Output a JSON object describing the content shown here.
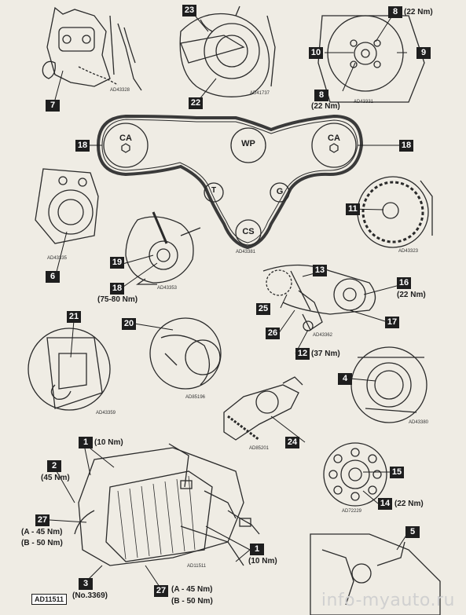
{
  "pulleys": {
    "ca_left": "CA",
    "wp": "WP",
    "ca_right": "CA",
    "t": "T",
    "g": "G",
    "cs": "CS"
  },
  "callouts": {
    "c7": "7",
    "c23": "23",
    "c22": "22",
    "c8a": "8",
    "c10": "10",
    "c9": "9",
    "c8b": "8",
    "c18a": "18",
    "c18b": "18",
    "c11": "11",
    "c6": "6",
    "c19": "19",
    "c18c": "18",
    "c13": "13",
    "c16": "16",
    "c25": "25",
    "c26": "26",
    "c17": "17",
    "c12": "12",
    "c21": "21",
    "c20": "20",
    "c4": "4",
    "c24": "24",
    "c1a": "1",
    "c2": "2",
    "c15": "15",
    "c14": "14",
    "c27a": "27",
    "c5": "5",
    "c1b": "1",
    "c3": "3",
    "c27b": "27"
  },
  "torques": {
    "t8a": "(22 Nm)",
    "t8b": "(22 Nm)",
    "t18c": "(75-80 Nm)",
    "t16": "(22 Nm)",
    "t12": "(37 Nm)",
    "t1a": "(10 Nm)",
    "t2": "(45 Nm)",
    "t14": "(22 Nm)",
    "t27a1": "(A - 45 Nm)",
    "t27a2": "(B - 50 Nm)",
    "t1b": "(10 Nm)",
    "t3": "(No.3369)",
    "t27b1": "(A - 45 Nm)",
    "t27b2": "(B - 50 Nm)"
  },
  "codes": {
    "k1": "AD43328",
    "k2": "AD41737",
    "k3": "AD43331",
    "k4": "AD43381",
    "k5": "AD43335",
    "k6": "AD43323",
    "k7": "AD43353",
    "k8": "AD43362",
    "k9": "AD43359",
    "k10": "AD85196",
    "k11": "AD43380",
    "k12": "AD85201",
    "k13": "AD72229",
    "k14": "AD11511"
  },
  "figure_id": "AD11511",
  "watermark": "info-myauto.ru",
  "colors": {
    "ink": "#1e1e1e",
    "paper": "#efece4",
    "callout_bg": "#1e1e1e",
    "watermark": "#d0d0d0"
  }
}
